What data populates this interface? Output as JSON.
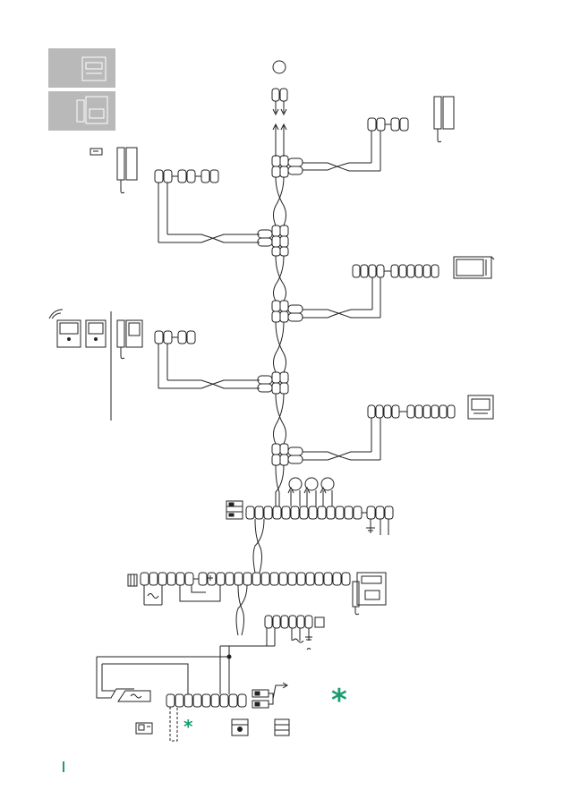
{
  "diagram": {
    "type": "wiring-diagram",
    "stroke_color": "#222222",
    "accent_color": "#1a9e6e",
    "panel_gray": "#b9b9b9",
    "asterisk_symbol": "*"
  },
  "legend": [
    {
      "name": "entrance-panel-icon"
    },
    {
      "name": "handset-internal-unit-icon"
    }
  ],
  "devices": [
    {
      "name": "handset-intercom-top-right"
    },
    {
      "name": "handset-intercom-left"
    },
    {
      "name": "video-monitor-wide"
    },
    {
      "name": "video-monitor-compact"
    },
    {
      "name": "handsfree-video-units"
    },
    {
      "name": "handset-video-unit"
    },
    {
      "name": "power-supply-unit"
    },
    {
      "name": "switchboard-unit"
    },
    {
      "name": "door-lock"
    },
    {
      "name": "camera"
    },
    {
      "name": "relay-module"
    },
    {
      "name": "terminal-block"
    }
  ],
  "page": {
    "marker": "|"
  }
}
